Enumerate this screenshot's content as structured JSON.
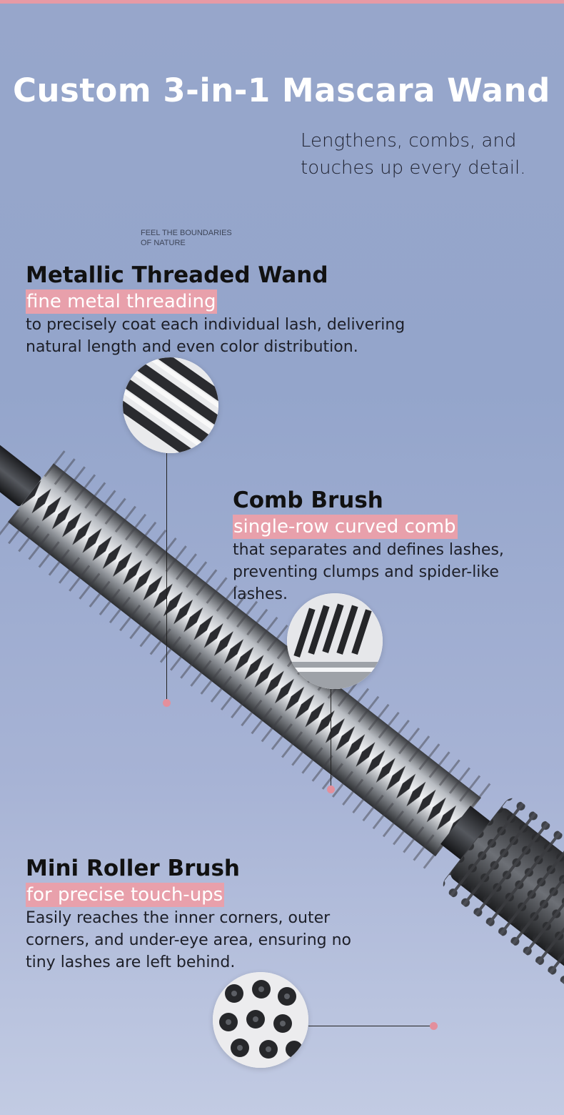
{
  "header": {
    "title": "Custom 3-in-1 Mascara Wand",
    "subtitle": "Lengthens, combs, and touches up every detail.",
    "tagline_line1": "FEEL THE BOUNDARIES",
    "tagline_line2": "OF NATURE"
  },
  "features": [
    {
      "title": "Metallic Threaded Wand",
      "highlight": "fine metal threading",
      "description": "to precisely coat each individual lash, delivering natural length and even color distribution.",
      "zoom_icon": "threaded-bristles-closeup"
    },
    {
      "title": "Comb Brush",
      "highlight": "single-row curved comb",
      "description": "that separates and defines lashes, preventing clumps and spider-like lashes.",
      "zoom_icon": "comb-teeth-closeup"
    },
    {
      "title": "Mini Roller Brush",
      "highlight": "for precise touch-ups",
      "description": "Easily reaches the inner corners, outer corners, and under-eye area, ensuring no tiny lashes are left behind.",
      "zoom_icon": "roller-brush-closeup"
    }
  ],
  "colors": {
    "background_top": "#97a6cb",
    "background_bottom": "#c2cbe3",
    "highlight": "#e8a0ab",
    "accent_dot": "#e38f9c",
    "title": "#ffffff"
  }
}
